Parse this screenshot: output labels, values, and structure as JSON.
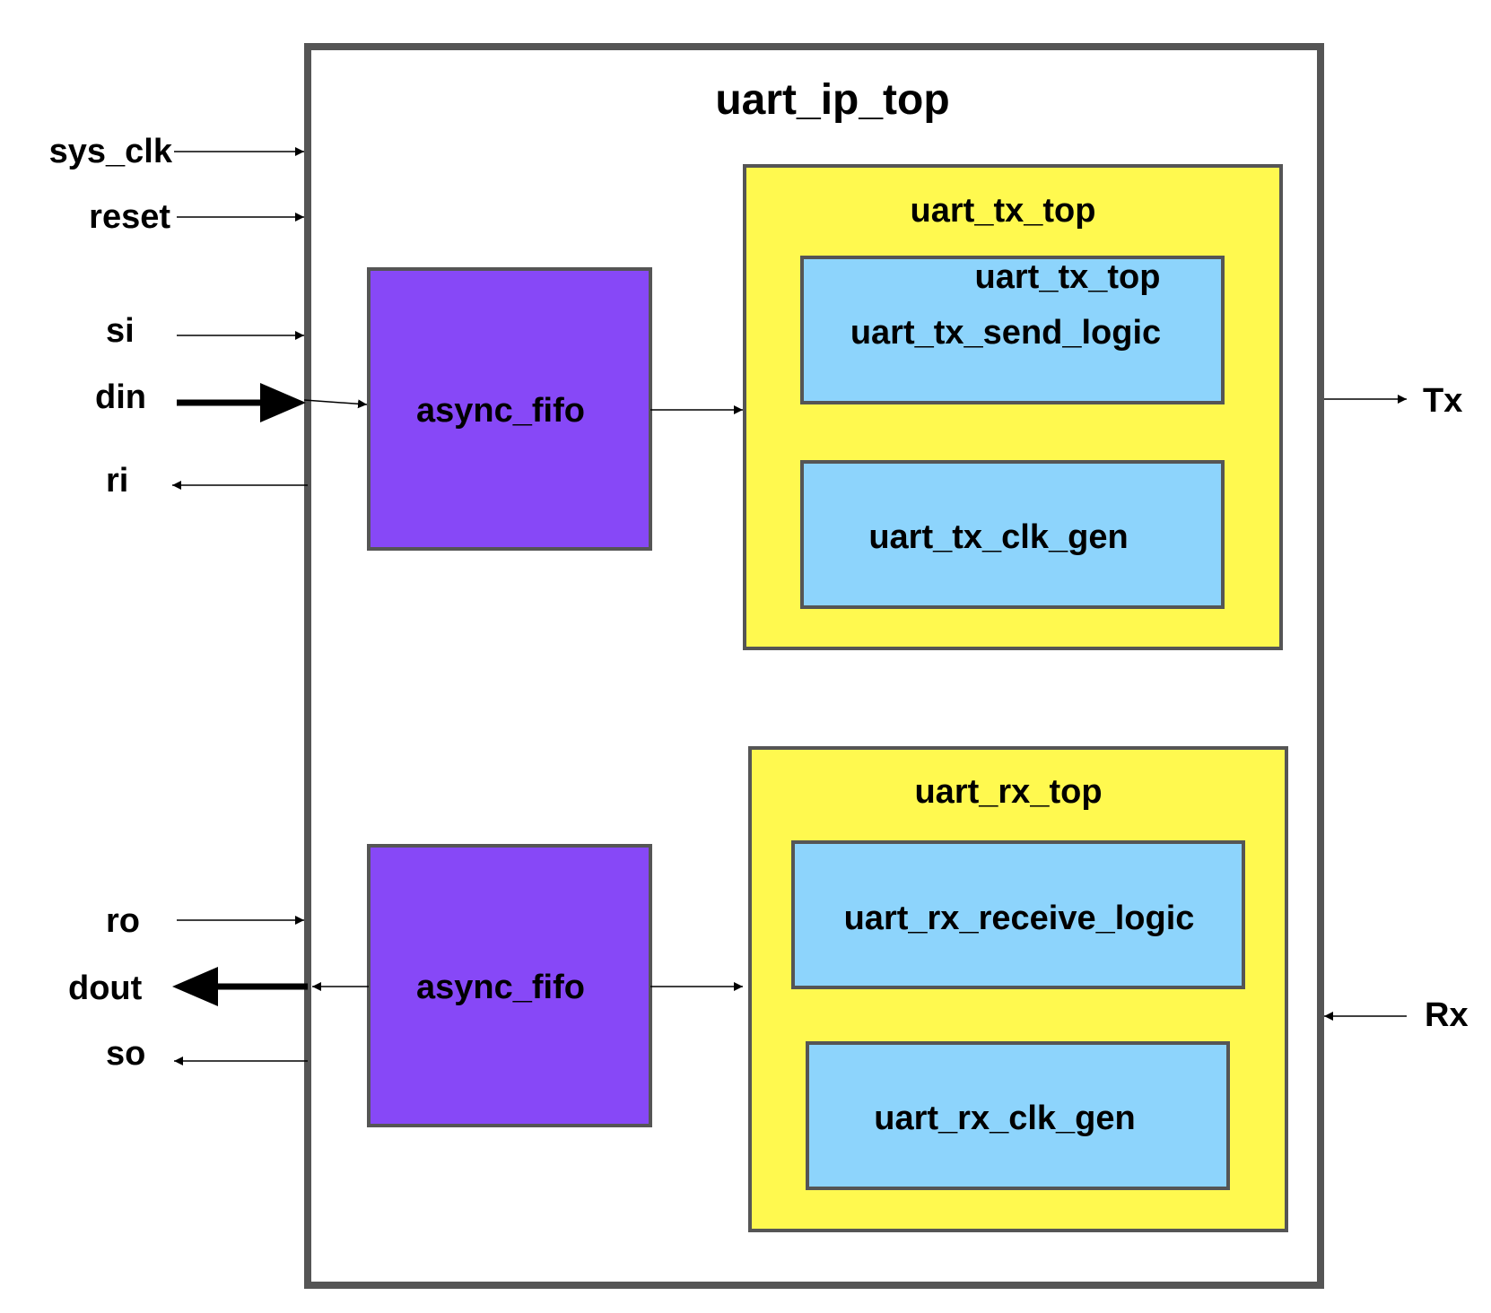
{
  "colors": {
    "outer_border": "#555555",
    "wrapper_fill": "#fff94f",
    "inner_fill": "#8dd4fc",
    "fifo_fill": "#8748f7",
    "arrow": "#000000"
  },
  "top": {
    "title": "uart_ip_top"
  },
  "inputs": {
    "sys_clk": "sys_clk",
    "reset": "reset",
    "si": "si",
    "din": "din",
    "ri": "ri",
    "ro": "ro",
    "dout": "dout",
    "so": "so"
  },
  "outputs": {
    "tx": "Tx",
    "rx": "Rx"
  },
  "fifo_tx": {
    "label": "async_fifo"
  },
  "fifo_rx": {
    "label": "async_fifo"
  },
  "tx_top": {
    "title": "uart_tx_top",
    "send_logic_title": "uart_tx_top",
    "send_logic": "uart_tx_send_logic",
    "clk_gen": "uart_tx_clk_gen"
  },
  "rx_top": {
    "title": "uart_rx_top",
    "receive_logic": "uart_rx_receive_logic",
    "clk_gen": "uart_rx_clk_gen"
  }
}
